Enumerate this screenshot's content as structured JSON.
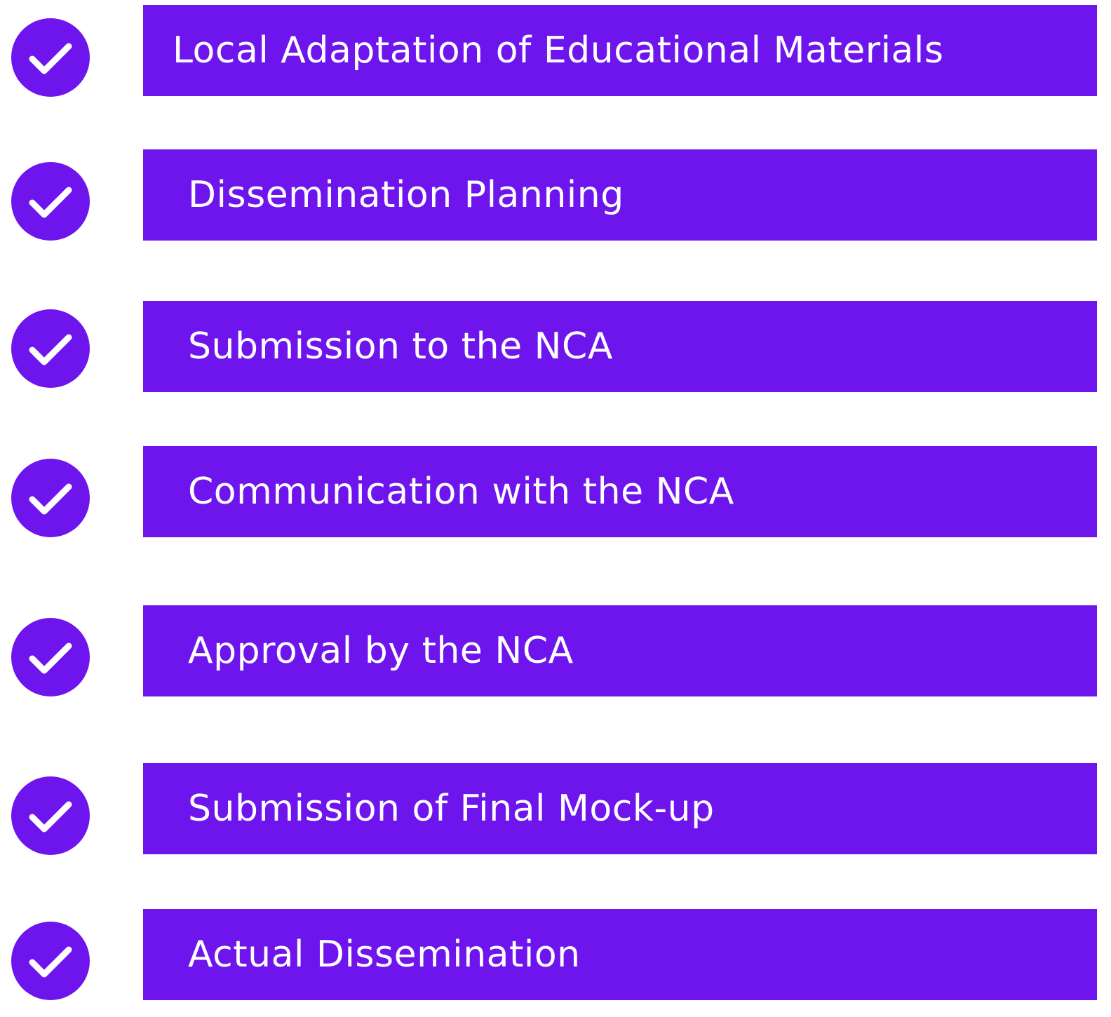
{
  "colors": {
    "accent": "#6E15EE",
    "text": "#FFFFFF",
    "background": "#FFFFFF"
  },
  "icon": "check-icon",
  "steps": [
    {
      "label": "Local Adaptation of Educational Materials",
      "status": "complete"
    },
    {
      "label": "Dissemination Planning",
      "status": "complete"
    },
    {
      "label": "Submission to the NCA",
      "status": "complete"
    },
    {
      "label": "Communication with the NCA",
      "status": "complete"
    },
    {
      "label": "Approval by the NCA",
      "status": "complete"
    },
    {
      "label": "Submission of Final Mock-up",
      "status": "complete"
    },
    {
      "label": "Actual Dissemination",
      "status": "complete"
    }
  ]
}
